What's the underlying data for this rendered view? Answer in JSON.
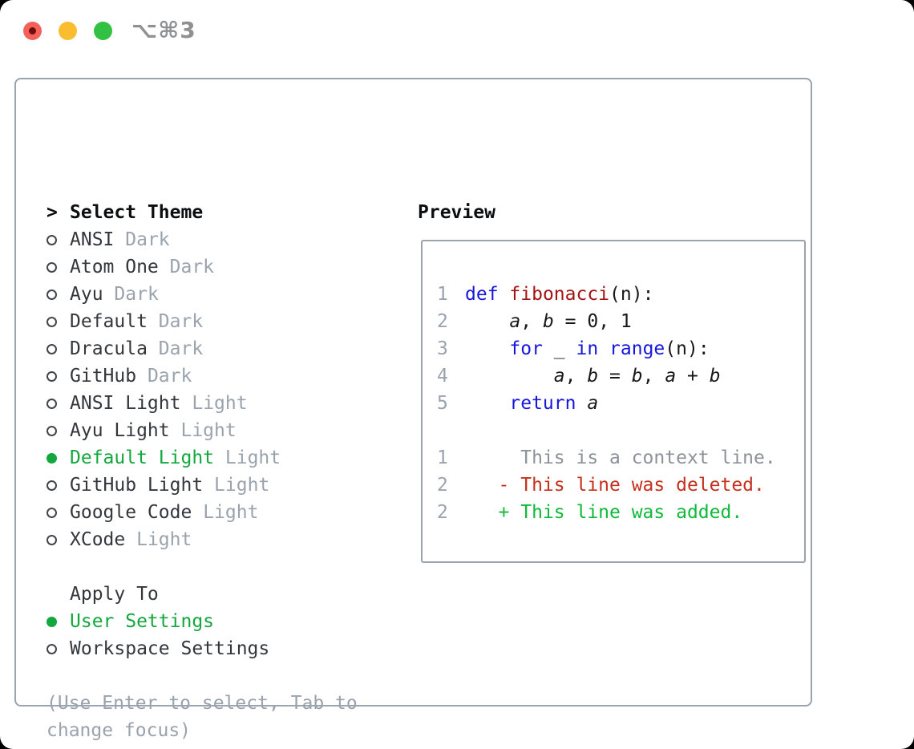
{
  "titlebar": {
    "shortcut_label": "⌥⌘3"
  },
  "colors": {
    "accent_green": "#12a83e",
    "diff_added_green": "#0fb93a",
    "diff_deleted_red": "#c5301c",
    "keyword_blue": "#1717dc",
    "function_red": "#a31515",
    "muted_gray": "#9aa3ad",
    "border_gray": "#9aa3ae",
    "traffic_red": "#f4605a",
    "traffic_yellow": "#fabd2f",
    "traffic_green": "#33c143"
  },
  "panel": {
    "theme_selector": {
      "focus_caret": ">",
      "header": "Select Theme",
      "items": [
        {
          "name": "ANSI",
          "variant": "Dark",
          "selected": false
        },
        {
          "name": "Atom One",
          "variant": "Dark",
          "selected": false
        },
        {
          "name": "Ayu",
          "variant": "Dark",
          "selected": false
        },
        {
          "name": "Default",
          "variant": "Dark",
          "selected": false
        },
        {
          "name": "Dracula",
          "variant": "Dark",
          "selected": false
        },
        {
          "name": "GitHub",
          "variant": "Dark",
          "selected": false
        },
        {
          "name": "ANSI Light",
          "variant": "Light",
          "selected": false
        },
        {
          "name": "Ayu Light",
          "variant": "Light",
          "selected": false
        },
        {
          "name": "Default Light",
          "variant": "Light",
          "selected": true
        },
        {
          "name": "GitHub Light",
          "variant": "Light",
          "selected": false
        },
        {
          "name": "Google Code",
          "variant": "Light",
          "selected": false
        },
        {
          "name": "XCode",
          "variant": "Light",
          "selected": false
        }
      ]
    },
    "apply_to": {
      "header": "Apply To",
      "options": [
        {
          "label": "User Settings",
          "selected": true
        },
        {
          "label": "Workspace Settings",
          "selected": false
        }
      ]
    },
    "hint_lines": [
      "(Use Enter to select, Tab to",
      "change focus)"
    ],
    "preview": {
      "title": "Preview",
      "code_lines": [
        {
          "num": "1",
          "tokens": [
            {
              "t": "def",
              "s": "kw"
            },
            {
              "t": " ",
              "s": "p"
            },
            {
              "t": "fibonacci",
              "s": "fn"
            },
            {
              "t": "(n):",
              "s": "p"
            }
          ]
        },
        {
          "num": "2",
          "tokens": [
            {
              "t": "    ",
              "s": "p"
            },
            {
              "t": "a",
              "s": "v"
            },
            {
              "t": ", ",
              "s": "p"
            },
            {
              "t": "b",
              "s": "v"
            },
            {
              "t": " = 0, 1",
              "s": "p"
            }
          ]
        },
        {
          "num": "3",
          "tokens": [
            {
              "t": "    ",
              "s": "p"
            },
            {
              "t": "for",
              "s": "kw"
            },
            {
              "t": " _ ",
              "s": "p"
            },
            {
              "t": "in",
              "s": "kw"
            },
            {
              "t": " ",
              "s": "p"
            },
            {
              "t": "range",
              "s": "kw"
            },
            {
              "t": "(n):",
              "s": "p"
            }
          ]
        },
        {
          "num": "4",
          "tokens": [
            {
              "t": "        ",
              "s": "p"
            },
            {
              "t": "a",
              "s": "v"
            },
            {
              "t": ", ",
              "s": "p"
            },
            {
              "t": "b",
              "s": "v"
            },
            {
              "t": " = ",
              "s": "p"
            },
            {
              "t": "b",
              "s": "v"
            },
            {
              "t": ", ",
              "s": "p"
            },
            {
              "t": "a",
              "s": "v"
            },
            {
              "t": " + ",
              "s": "p"
            },
            {
              "t": "b",
              "s": "v"
            }
          ]
        },
        {
          "num": "5",
          "tokens": [
            {
              "t": "    ",
              "s": "p"
            },
            {
              "t": "return",
              "s": "kw"
            },
            {
              "t": " ",
              "s": "p"
            },
            {
              "t": "a",
              "s": "v"
            }
          ]
        }
      ],
      "diff_lines": [
        {
          "num": "1",
          "text": "     This is a context line.",
          "type": "context"
        },
        {
          "num": "2",
          "text": "   - This line was deleted.",
          "type": "deleted"
        },
        {
          "num": "2",
          "text": "   + This line was added.",
          "type": "added"
        }
      ]
    }
  }
}
